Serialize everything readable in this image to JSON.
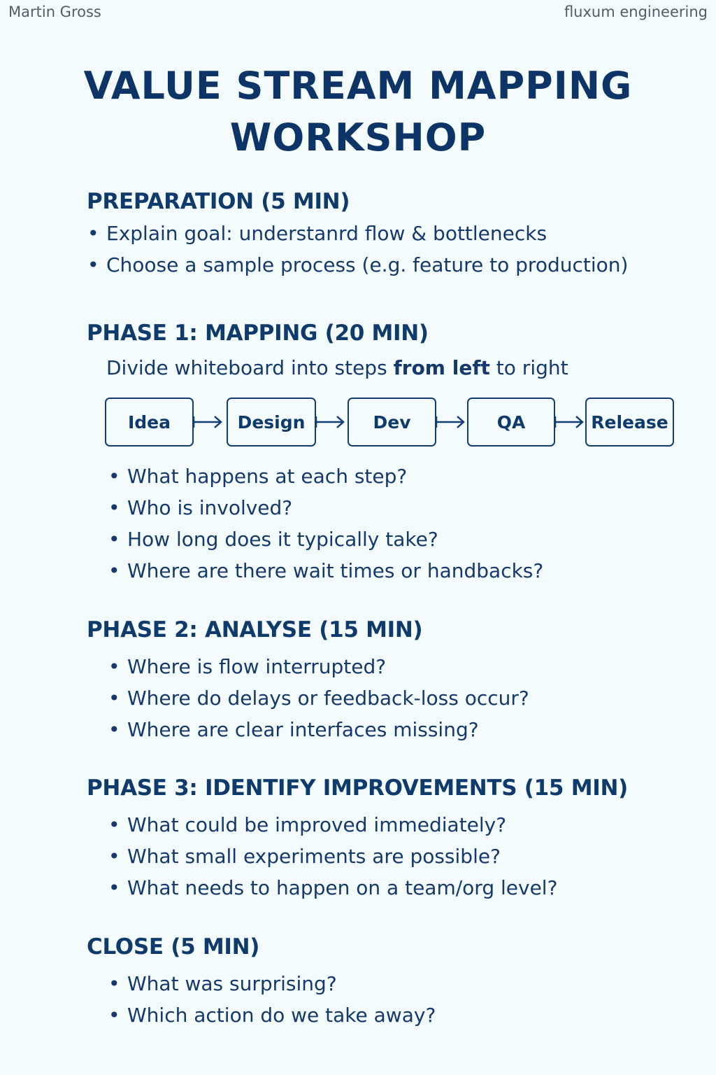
{
  "header": {
    "author": "Martin Gross",
    "organization": "fluxum engineering"
  },
  "title": {
    "line1": "VALUE STREAM MAPPING",
    "line2": "WORKSHOP"
  },
  "preparation": {
    "heading": "PREPARATION (5 MIN)",
    "items": [
      "Explain goal: understanrd flow & bottlenecks",
      "Choose a sample process (e.g. feature to production)"
    ]
  },
  "phase1": {
    "heading": "PHASE 1: MAPPING (20 MIN)",
    "intro_pre": "Divide whiteboard into steps ",
    "intro_bold": "from left",
    "intro_post": " to right",
    "steps": [
      "Idea",
      "Design",
      "Dev",
      "QA",
      "Release"
    ],
    "items": [
      "What happens at each step?",
      "Who is involved?",
      "How long does it typically take?",
      "Where are there wait times or handbacks?"
    ]
  },
  "phase2": {
    "heading": "PHASE 2: ANALYSE (15 MIN)",
    "items": [
      "Where is flow interrupted?",
      "Where do delays or feedback-loss occur?",
      "Where are clear interfaces missing?"
    ]
  },
  "phase3": {
    "heading": "PHASE 3: IDENTIFY IMPROVEMENTS (15 MIN)",
    "items": [
      "What could be improved immediately?",
      "What small experiments are possible?",
      "What needs to happen on a team/org level?"
    ]
  },
  "close": {
    "heading": "CLOSE (5 MIN)",
    "items": [
      "What was surprising?",
      "Which action do we take away?"
    ]
  }
}
